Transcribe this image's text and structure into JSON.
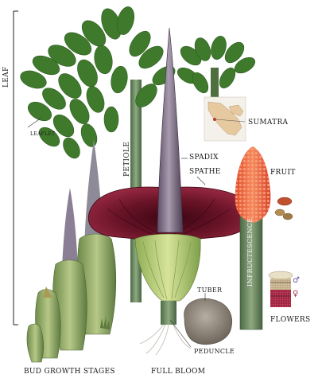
{
  "labels": {
    "leaf": "LEAF",
    "leaflet": "LEAFLET",
    "petiole": "PETIOLE",
    "sumatra": "SUMATRA",
    "spadix": "SPADIX",
    "spathe": "SPATHE",
    "fruit": "FRUIT",
    "infructescence": "INFRUCTESCENCE",
    "tuber": "TUBER",
    "flowers": "FLOWERS",
    "peduncle": "PEDUNCLE",
    "bud_growth_stages": "BUD GROWTH STAGES",
    "full_bloom": "FULL BLOOM"
  },
  "colors": {
    "leaf_green": "#3f7a2c",
    "spathe_maroon": "#5a0f1e",
    "spadix_purple": "#7d6d83",
    "fruit_orange": "#e8603a",
    "stem_green": "#5f7f55",
    "tuber_grey": "#8d8478",
    "map_land": "#e7c9a0"
  },
  "icons": {
    "male": "♂",
    "female": "♀"
  }
}
